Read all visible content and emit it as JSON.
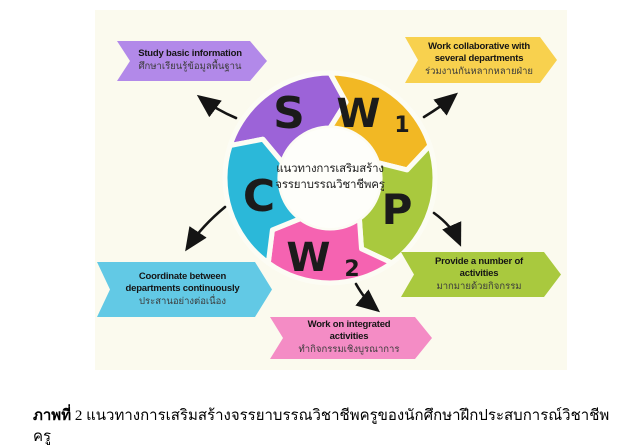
{
  "diagram": {
    "background_color": "#fbfaee",
    "arrow_color": "#141414",
    "center": {
      "circle_color": "#fefefa",
      "line1": "แนวทางการเสริมสร้าง",
      "line2": "จรรยาบรรณวิชาชีพครู"
    },
    "segments": [
      {
        "letter": "S",
        "sub": "",
        "color": "#9c63d8"
      },
      {
        "letter": "W",
        "sub": "1",
        "color": "#f2b824"
      },
      {
        "letter": "P",
        "sub": "",
        "color": "#a9c93e"
      },
      {
        "letter": "W",
        "sub": "2",
        "color": "#f563b1"
      },
      {
        "letter": "C",
        "sub": "",
        "color": "#2bb8d9"
      }
    ],
    "callouts": [
      {
        "title": "Study basic information",
        "subtitle": "ศึกษาเรียนรู้ข้อมูลพื้นฐาน",
        "color": "#b289e9"
      },
      {
        "title": "Work collaborative with several departments",
        "subtitle": "ร่วมงานกันหลากหลายฝ่าย",
        "color": "#f8d14e"
      },
      {
        "title": "Provide a number of activities",
        "subtitle": "มากมายด้วยกิจกรรม",
        "color": "#a9c93e"
      },
      {
        "title": "Work on integrated activities",
        "subtitle": "ทำกิจกรรมเชิงบูรณาการ",
        "color": "#f48cc5"
      },
      {
        "title": "Coordinate between departments continuously",
        "subtitle": "ประสานอย่างต่อเนื่อง",
        "color": "#62c9e5"
      }
    ]
  },
  "caption": {
    "bold": "ภาพที่",
    "rest": " 2 แนวทางการเสริมสร้างจรรยาบรรณวิชาชีพครูของนักศึกษาฝึกประสบการณ์วิชาชีพครู"
  }
}
